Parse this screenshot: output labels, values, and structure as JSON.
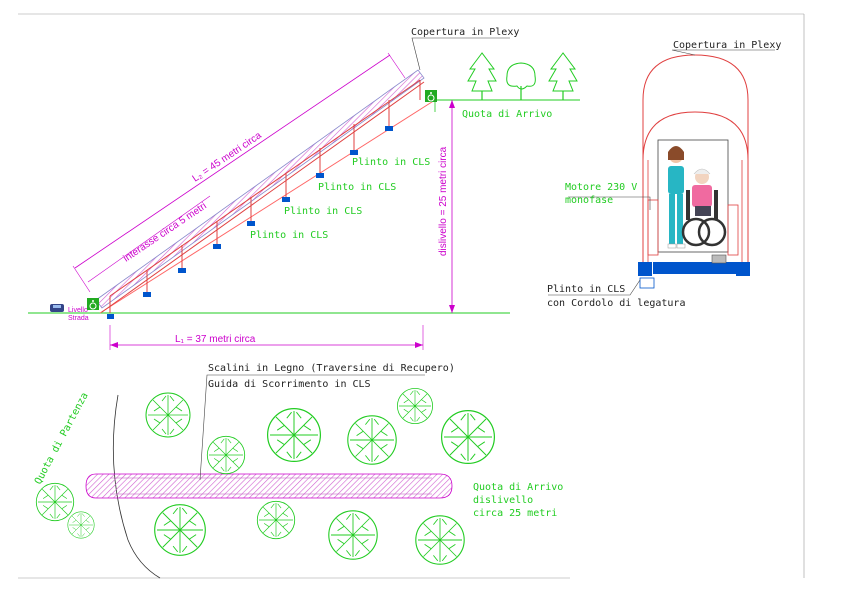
{
  "section": {
    "cover_label": "Copertura in Plexy",
    "arrival_label": "Quota di Arrivo",
    "length_label": "L₂ = 45 metri circa",
    "spacing_label": "interasse circa 5 metri",
    "footing_labels": [
      "Plinto in CLS",
      "Plinto in CLS",
      "Plinto in CLS",
      "Plinto in CLS"
    ],
    "height_label": "dislivello = 25 metri circa",
    "street_label_1": "Livello",
    "street_label_2": "Strada",
    "horizontal_label": "L₁ = 37 metri circa"
  },
  "cross_section": {
    "cover_label": "Copertura in Plexy",
    "motor_label_1": "Motore 230 V",
    "motor_label_2": "monofase",
    "footing_label_1": "Plinto in CLS",
    "footing_label_2": "con Cordolo di legatura"
  },
  "plan": {
    "steps_label": "Scalini in Legno (Traversine di Recupero)",
    "guide_label": "Guida di Scorrimento in CLS",
    "start_label": "Quota di Partenza",
    "arrival_label_1": "Quota di Arrivo",
    "arrival_label_2": "dislivello",
    "arrival_label_3": "circa 25 metri"
  },
  "icons": [
    "wheelchair-icon",
    "car-icon",
    "tree-icon",
    "person-icon"
  ],
  "colors": {
    "green": "#22cc22",
    "magenta": "#cc00cc",
    "rail_red": "#e04040",
    "blue": "#0055cc",
    "hatch": "#d060d0"
  }
}
